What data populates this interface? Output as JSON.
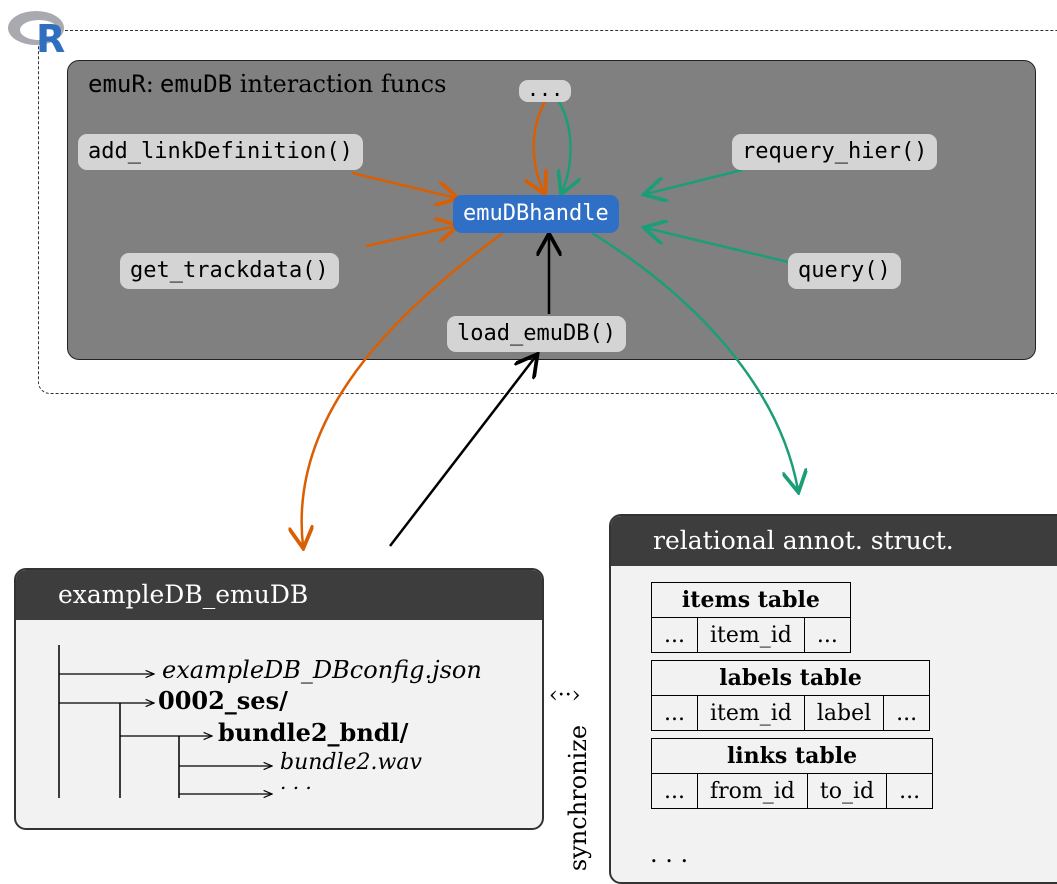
{
  "r_logo": {
    "letter": "R",
    "colors": {
      "ring": "#a9a9b0",
      "letter": "#2e6fc0"
    }
  },
  "emur": {
    "title_prefix": "emuR",
    "title_colon": ":",
    "title_code": "emuDB",
    "title_rest": " interaction funcs",
    "ellipsis_pill": "...",
    "functions": {
      "add_link": "add_linkDefinition()",
      "requery": "requery_hier()",
      "get_trackdata": "get_trackdata()",
      "query": "query()",
      "load": "load_emuDB()"
    },
    "handle": "emuDBhandle"
  },
  "colors": {
    "orange": "#d95f02",
    "green": "#1b9e77",
    "handle": "#2f6fc5",
    "panel_head": "#3d3d3d"
  },
  "db_panel": {
    "title": "exampleDB_emuDB",
    "tree": {
      "config": "exampleDB_DBconfig.json",
      "session": "0002_ses/",
      "bundle": "bundle2_bndl/",
      "wav": "bundle2.wav",
      "more": ". . ."
    }
  },
  "sync": {
    "label": "synchronize",
    "arrow": "‹··›"
  },
  "rel_panel": {
    "title": "relational annot. struct.",
    "items_table": {
      "title": "items table",
      "cells": [
        "...",
        "item_id",
        "..."
      ]
    },
    "labels_table": {
      "title": "labels table",
      "cells": [
        "...",
        "item_id",
        "label",
        "..."
      ]
    },
    "links_table": {
      "title": "links table",
      "cells": [
        "...",
        "from_id",
        "to_id",
        "..."
      ]
    },
    "more": ". . ."
  }
}
